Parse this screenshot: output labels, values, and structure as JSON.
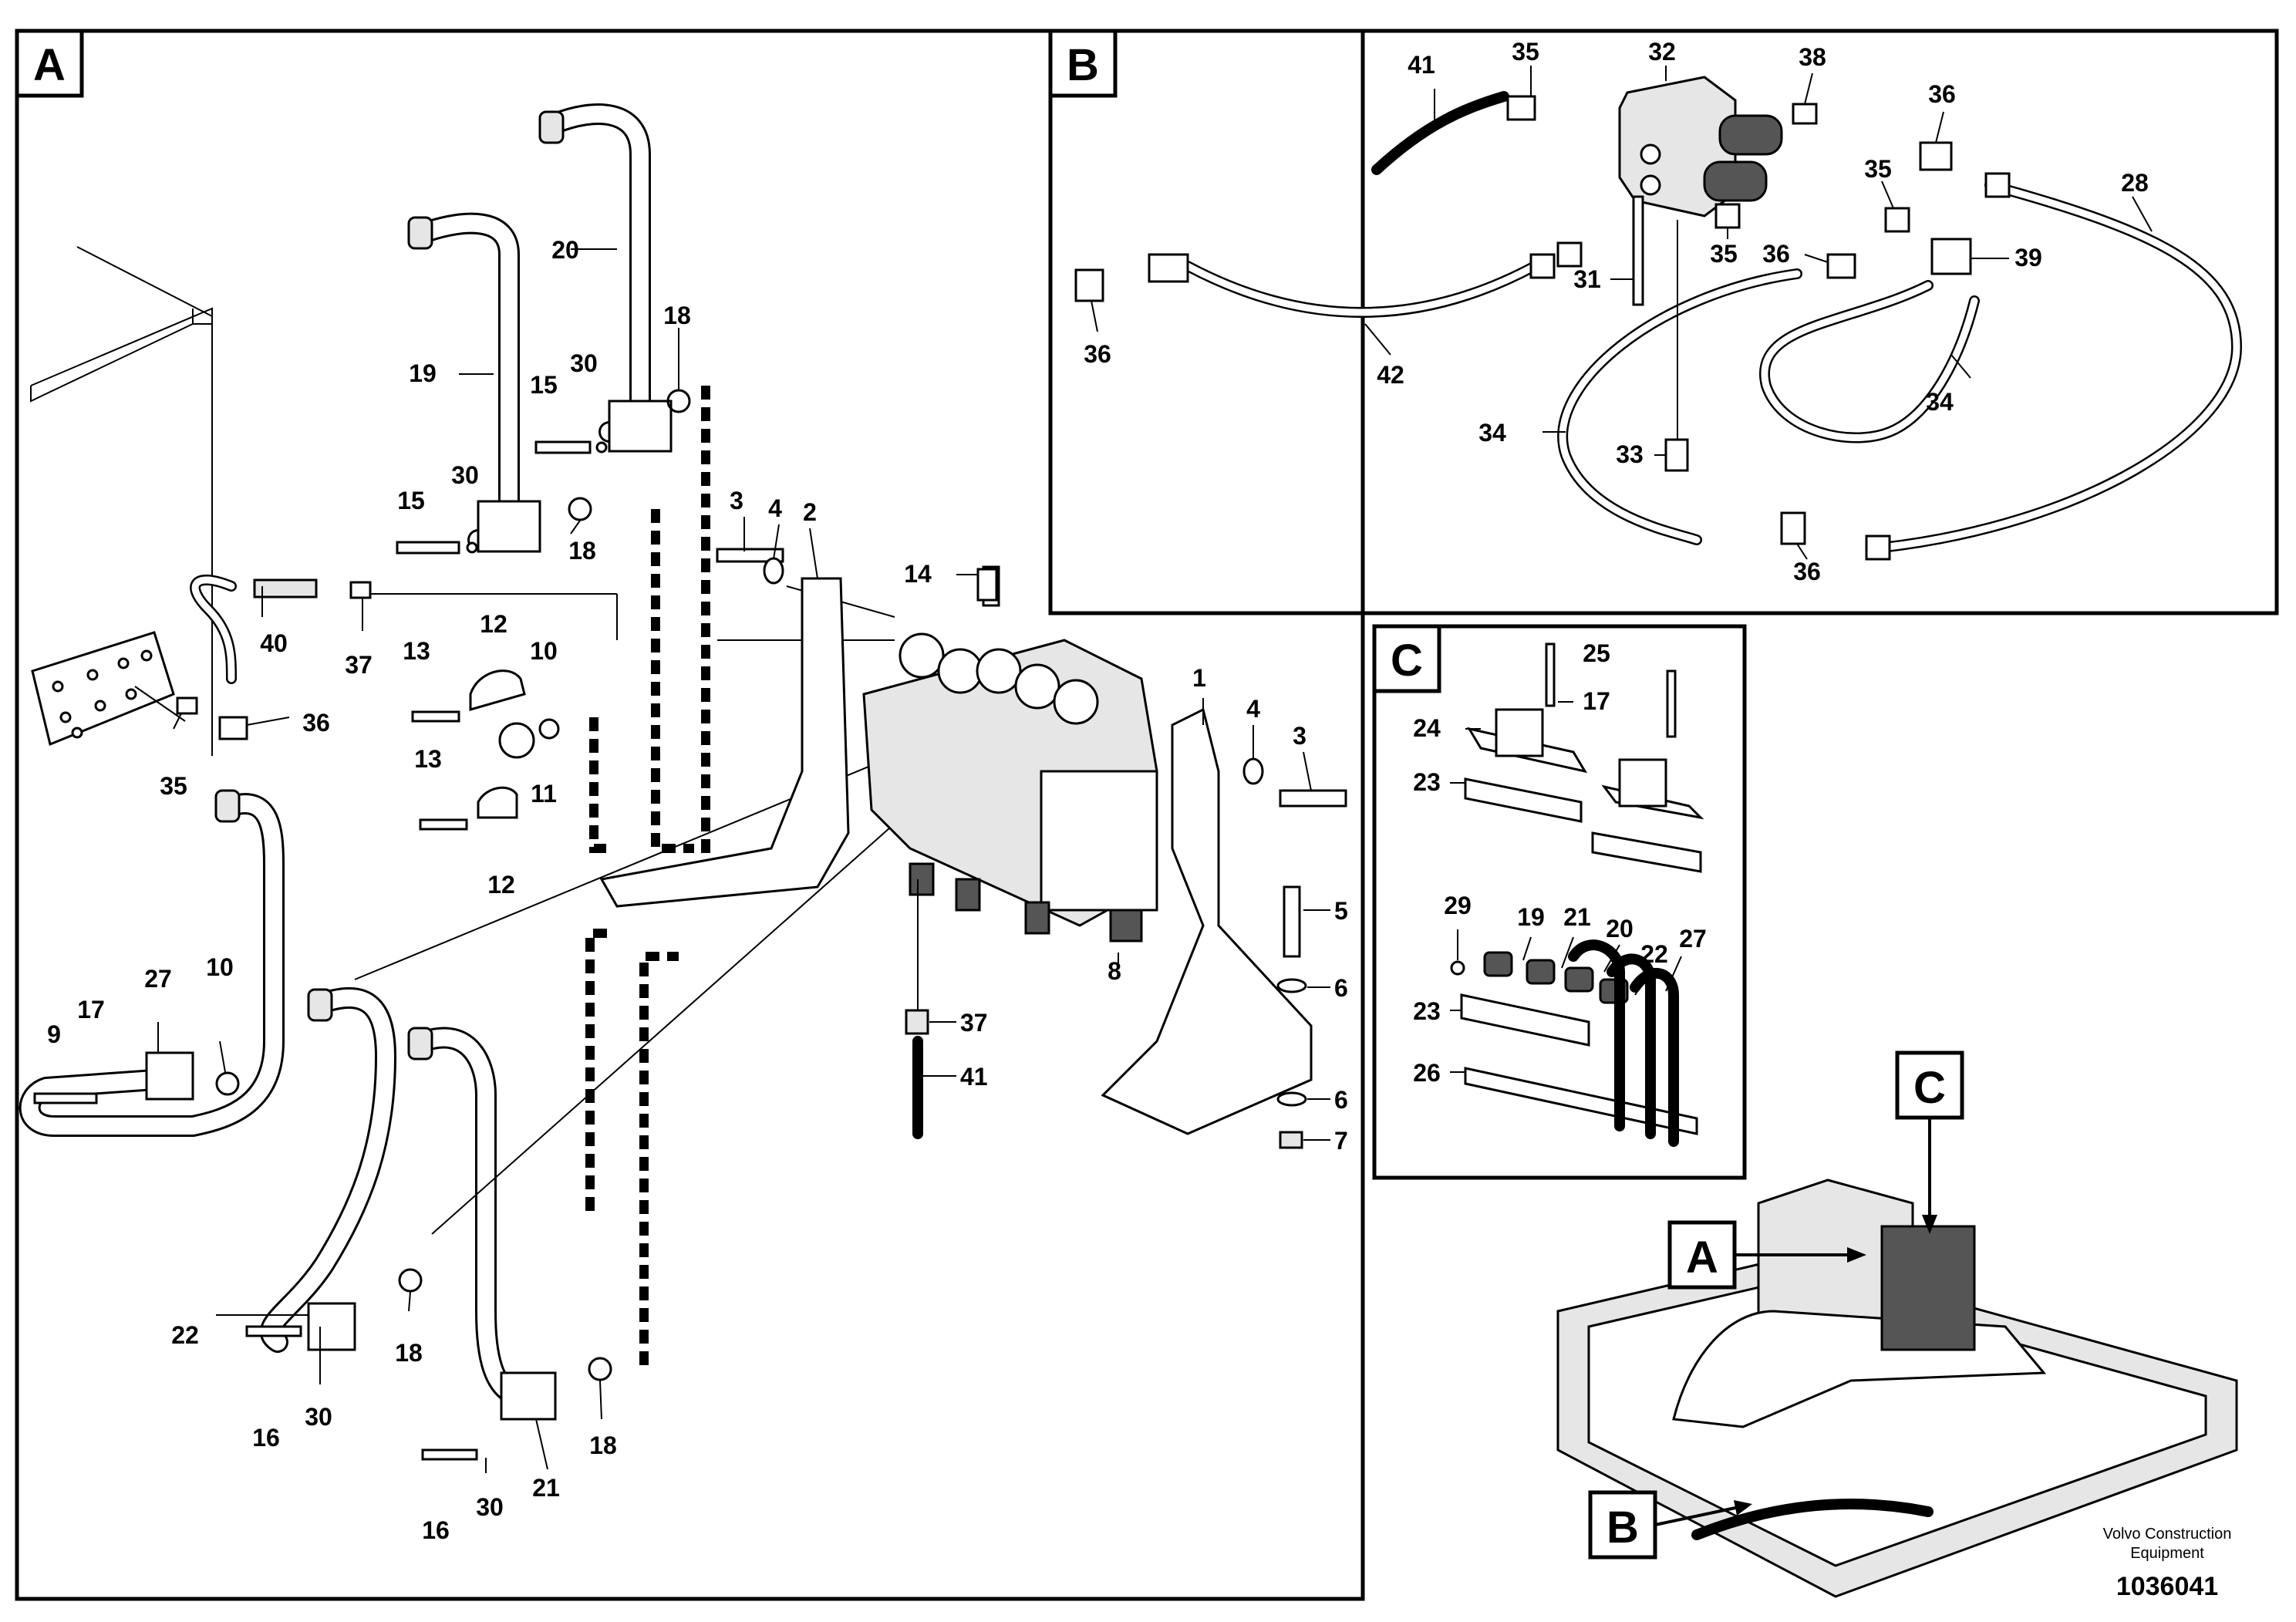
{
  "panels": {
    "a": {
      "label": "A"
    },
    "b": {
      "label": "B"
    },
    "c": {
      "label": "C"
    }
  },
  "callouts_a": [
    "1",
    "2",
    "3",
    "3",
    "4",
    "4",
    "5",
    "6",
    "6",
    "7",
    "8",
    "9",
    "10",
    "10",
    "11",
    "12",
    "12",
    "13",
    "13",
    "14",
    "15",
    "15",
    "16",
    "16",
    "17",
    "18",
    "18",
    "18",
    "18",
    "19",
    "20",
    "21",
    "22",
    "27",
    "30",
    "30",
    "30",
    "30",
    "35",
    "36",
    "37",
    "37",
    "40",
    "41"
  ],
  "callouts_b": [
    "28",
    "31",
    "32",
    "33",
    "34",
    "34",
    "35",
    "35",
    "35",
    "36",
    "36",
    "36",
    "36",
    "38",
    "39",
    "41",
    "42"
  ],
  "callouts_c": [
    "17",
    "19",
    "20",
    "21",
    "22",
    "23",
    "23",
    "23",
    "24",
    "25",
    "26",
    "27",
    "29"
  ],
  "overview": {
    "label_a": "A",
    "label_b": "B",
    "label_c": "C"
  },
  "footer": {
    "brand_line1": "Volvo Construction",
    "brand_line2": "Equipment",
    "figure_number": "1036041"
  }
}
